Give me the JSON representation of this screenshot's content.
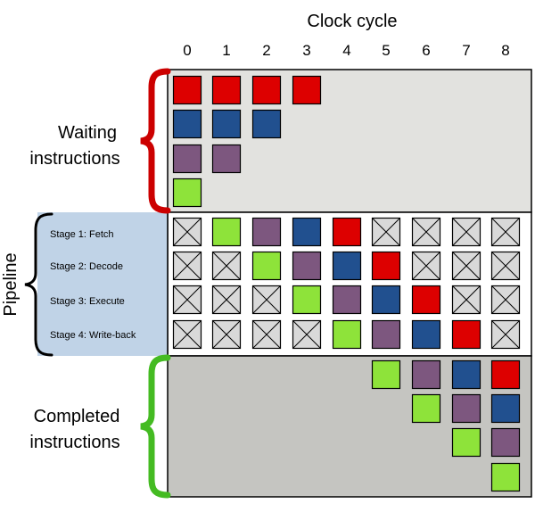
{
  "header": {
    "title": "Clock cycle"
  },
  "cycles": [
    "0",
    "1",
    "2",
    "3",
    "4",
    "5",
    "6",
    "7",
    "8"
  ],
  "sections": {
    "waiting": {
      "label_line1": "Waiting",
      "label_line2": "instructions"
    },
    "pipeline": {
      "label": "Pipeline"
    },
    "completed": {
      "label_line1": "Completed",
      "label_line2": "instructions"
    }
  },
  "stages": [
    "Stage 1: Fetch",
    "Stage 2: Decode",
    "Stage 3: Execute",
    "Stage 4: Write-back"
  ],
  "colors": {
    "red": "#dd0000",
    "blue": "#21508f",
    "purple": "#7d577f",
    "green": "#8ee33a",
    "empty_fill": "#d9d9d9",
    "waiting_bg": "#e2e2df",
    "pipeline_bg": "#ffffff",
    "completed_bg": "#c5c5c1",
    "stage_panel_bg": "#c0d3e7",
    "brace_waiting": "#cc0000",
    "brace_completed": "#44bb22",
    "brace_pipeline": "#000000"
  },
  "waiting_columns": [
    [
      "red",
      "blue",
      "purple",
      "green"
    ],
    [
      "red",
      "blue",
      "purple"
    ],
    [
      "red",
      "blue"
    ],
    [
      "red"
    ],
    [],
    [],
    [],
    [],
    []
  ],
  "pipeline_grid": [
    [
      "empty",
      "green",
      "purple",
      "blue",
      "red",
      "empty",
      "empty",
      "empty",
      "empty"
    ],
    [
      "empty",
      "empty",
      "green",
      "purple",
      "blue",
      "red",
      "empty",
      "empty",
      "empty"
    ],
    [
      "empty",
      "empty",
      "empty",
      "green",
      "purple",
      "blue",
      "red",
      "empty",
      "empty"
    ],
    [
      "empty",
      "empty",
      "empty",
      "empty",
      "green",
      "purple",
      "blue",
      "red",
      "empty"
    ]
  ],
  "completed_columns": [
    [],
    [],
    [],
    [],
    [],
    [
      "green"
    ],
    [
      "purple",
      "green"
    ],
    [
      "blue",
      "purple",
      "green"
    ],
    [
      "red",
      "blue",
      "purple",
      "green"
    ]
  ]
}
